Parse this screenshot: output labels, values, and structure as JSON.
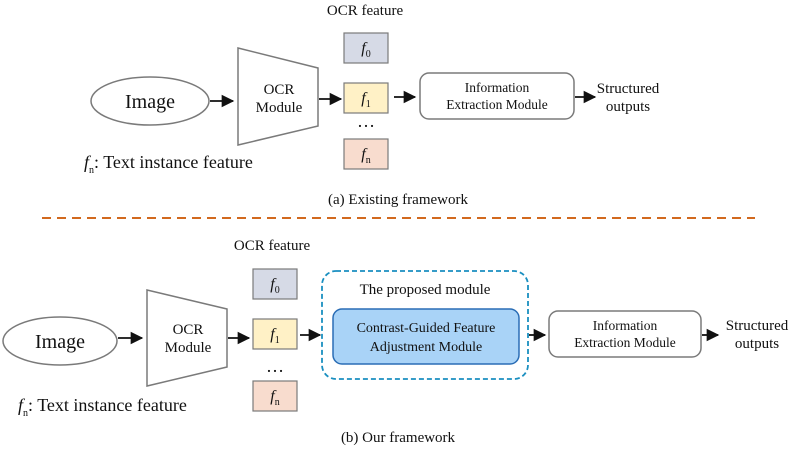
{
  "colors": {
    "box_f0": "#D6DAE6",
    "box_f1": "#FFF1C6",
    "box_fn": "#F8DCCE",
    "module_fill": "#A9D3F7",
    "module_stroke": "#2A6DB5",
    "dashed_orange": "#D2691E",
    "dashed_blue": "#1A8FC0",
    "gray_stroke": "#7A7A7A"
  },
  "top": {
    "ocr_feature_label": "OCR feature",
    "image_label": "Image",
    "ocr_module_line1": "OCR",
    "ocr_module_line2": "Module",
    "f0_base": "f",
    "f0_sub": "0",
    "f1_base": "f",
    "f1_sub": "1",
    "fn_base": "f",
    "fn_sub": "n",
    "ellipsis": "…",
    "ie_line1": "Information",
    "ie_line2": "Extraction Module",
    "out_line1": "Structured",
    "out_line2": "outputs",
    "legend_base": "f",
    "legend_sub": "n",
    "legend_text": ": Text instance feature",
    "caption": "(a) Existing framework"
  },
  "bottom": {
    "ocr_feature_label": "OCR feature",
    "image_label": "Image",
    "ocr_module_line1": "OCR",
    "ocr_module_line2": "Module",
    "f0_base": "f",
    "f0_sub": "0",
    "f1_base": "f",
    "f1_sub": "1",
    "fn_base": "f",
    "fn_sub": "n",
    "ellipsis": "…",
    "proposed_label": "The proposed module",
    "cg_line1": "Contrast-Guided Feature",
    "cg_line2": "Adjustment Module",
    "ie_line1": "Information",
    "ie_line2": "Extraction Module",
    "out_line1": "Structured",
    "out_line2": "outputs",
    "legend_base": "f",
    "legend_sub": "n",
    "legend_text": ": Text instance feature",
    "caption": "(b) Our framework"
  }
}
